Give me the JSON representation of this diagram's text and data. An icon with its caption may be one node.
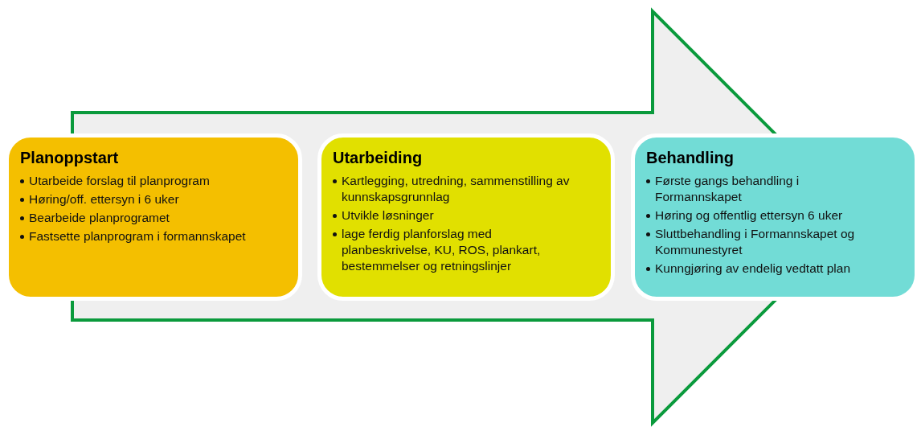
{
  "diagram": {
    "nodes": [
      {
        "text": [
          "Planoppstart",
          "Utarbeide forslag til planprogram",
          "Høring/off. ettersyn i 6 uker",
          "Bearbeide planprogramet",
          "Fastsette planprogram i formannskapet"
        ]
      },
      {
        "text": [
          "Utarbeiding",
          "Kartlegging, utredning, sammenstilling av kunnskapsgrunnlag",
          "Utvikle løsninger",
          "lage ferdig planforslag med planbeskrivelse, KU, ROS, plankart, bestemmelser og retningslinjer"
        ]
      },
      {
        "text": [
          "Behandling",
          "Første gangs behandling i Formannskapet",
          "Høring og offentlig ettersyn 6 uker",
          "Sluttbehandling i Formannskapet og Kommunestyret",
          "Kunngjøring av endelig vedtatt plan"
        ]
      }
    ],
    "edges": [
      {
        "from": 0,
        "to": 2,
        "arrow": "to"
      }
    ]
  }
}
